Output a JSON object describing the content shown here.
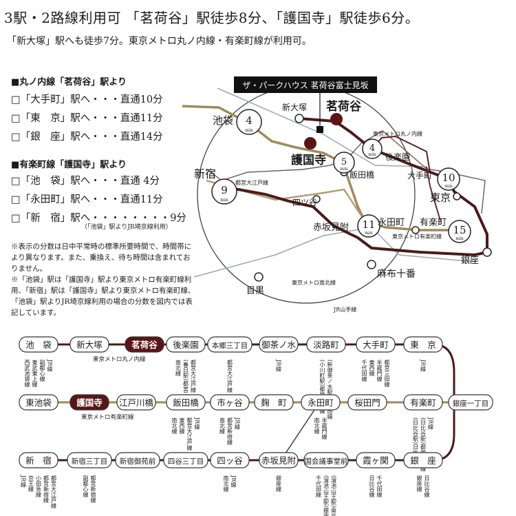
{
  "header": {
    "headline": "3駅・2路線利用可 「茗荷谷」駅徒歩8分、「護国寺」駅徒歩6分。",
    "subline": "「新大塚」駅へも徒歩7分。東京メトロ丸ノ内線・有楽町線が利用可。"
  },
  "routes": {
    "marunouchi_title": "■丸ノ内線「茗荷谷」駅より",
    "marunouchi": [
      "□「大手町」駅へ・・・直通10分",
      "□「東　京」駅へ・・・直通11分",
      "□「銀　座」駅へ・・・直通14分"
    ],
    "yurakucho_title": "■有楽町線「護国寺」駅より",
    "yurakucho": [
      "□「池　袋」駅へ・・・直通 4分",
      "□「永田町」駅へ・・・直通11分",
      "□「新　宿」駅へ・・・・・・・・9分"
    ],
    "shinjuku_note": "（「池袋」駅よりJR埼京線利用）"
  },
  "notes": [
    "※表示の分数は日中平常時の標準所要時間で、時間帯により異なります。また、乗換え、待ち時間は含まれておりません。",
    "※「池袋」駅は「護国寺」駅より東京メトロ有楽町線利用、「新宿」駅は「護国寺」駅より東京メトロ有楽町線、「池袋」駅よりJR埼京線利用の場合の分数を図内では表記しています。"
  ],
  "colors": {
    "marunouchi": "#4d1a1a",
    "yurakucho": "#a08a5a",
    "other_lines": "#8a8a8a",
    "station_mark": "#5a1616"
  },
  "circle_map": {
    "property_label": "ザ・パークハウス 茗荷谷富士見坂",
    "min_unit": "min",
    "main_stations": {
      "myogadani": "茗荷谷",
      "gokokuji": "護国寺"
    },
    "time_badges": [
      {
        "id": "ikebukuro",
        "minutes": "4"
      },
      {
        "id": "edogawabashi",
        "minutes": "4"
      },
      {
        "id": "iidabashi",
        "minutes": "5"
      },
      {
        "id": "shinjuku",
        "minutes": "9"
      },
      {
        "id": "otemachi",
        "minutes": "10"
      },
      {
        "id": "nagatacho",
        "minutes": "11"
      },
      {
        "id": "yurakucho",
        "minutes": "15"
      }
    ],
    "station_labels": {
      "ikebukuro": "池袋",
      "shinotsuka": "新大塚",
      "korakuen": "後楽園",
      "shinjuku": "新宿",
      "iidabashi": "飯田橋",
      "otemachi": "大手町",
      "tokyo": "東京",
      "yotsuya": "四ツ谷",
      "akasakamitsuke": "赤坂見附",
      "nagatacho": "永田町",
      "yurakucho": "有楽町",
      "ginza": "銀座",
      "azabujuban": "麻布十番",
      "meguro": "目黒"
    },
    "line_labels": {
      "marunouchi": "東京メトロ丸ノ内線",
      "oedo": "都営大江戸線",
      "yurakucho": "東京メトロ有楽町線",
      "namboku": "東京メトロ南北線",
      "yamanote": "JR山手線"
    }
  },
  "route_map": {
    "row1": [
      {
        "name": "池　袋",
        "transfers": [
          "西武池袋線",
          "東武東上線",
          "副都心線",
          "JR線"
        ]
      },
      {
        "name": "新大塚",
        "transfers": []
      },
      {
        "name": "茗荷谷",
        "transfers": []
      },
      {
        "name": "後楽園",
        "transfers": [
          "南北線",
          "(春日駅)都営三田線",
          "都営大江戸線"
        ]
      },
      {
        "name": "本郷三丁目",
        "transfers": [
          "都営大江戸線"
        ]
      },
      {
        "name": "御茶ノ水",
        "transfers": [
          "JR線"
        ]
      },
      {
        "name": "淡路町",
        "transfers": [
          "(小川町駅)都営新宿線",
          "(新御茶ノ水駅)千代田線"
        ]
      },
      {
        "name": "大手町",
        "transfers": [
          "千代田線",
          "東西線",
          "半蔵門線",
          "都営三田線"
        ]
      },
      {
        "name": "東　京",
        "transfers": [
          "JR線"
        ]
      }
    ],
    "row1_line_label": "東京メトロ丸ノ内線",
    "row2": [
      {
        "name": "東池袋",
        "transfers": []
      },
      {
        "name": "護国寺",
        "transfers": []
      },
      {
        "name": "江戸川橋",
        "transfers": []
      },
      {
        "name": "飯田橋",
        "transfers": [
          "南北線",
          "東西線",
          "都営大江戸線",
          "JR線"
        ]
      },
      {
        "name": "市ヶ谷",
        "transfers": [
          "南北線",
          "都営新宿線",
          "JR線"
        ]
      },
      {
        "name": "麹　町",
        "transfers": []
      },
      {
        "name": "永田町",
        "transfers": [
          "南北線",
          "半蔵門線"
        ]
      },
      {
        "name": "桜田門",
        "transfers": []
      },
      {
        "name": "有楽町",
        "transfers": [
          "(日比谷駅)日比谷線",
          "(日比谷駅)都営三田線",
          "JR線"
        ]
      },
      {
        "name": "銀座一丁目",
        "transfers": []
      }
    ],
    "row2_line_label": "東京メトロ有楽町線",
    "row3": [
      {
        "name": "新　宿",
        "transfers": [
          "JR線",
          "京王線",
          "小田急線",
          "都営新宿線",
          "都営大江戸線"
        ]
      },
      {
        "name": "新宿三丁目",
        "transfers": [
          "副都心線",
          "都営新宿線"
        ]
      },
      {
        "name": "新宿御苑前",
        "transfers": []
      },
      {
        "name": "四谷三丁目",
        "transfers": []
      },
      {
        "name": "四ッ谷",
        "transfers": [
          "南北線",
          "JR線"
        ]
      },
      {
        "name": "赤坂見附",
        "transfers": [
          "銀座線"
        ]
      },
      {
        "name": "国会議事堂前",
        "transfers": [
          "千代田線",
          "(溜池山王駅)銀座線",
          "(溜池山王駅)南北線"
        ]
      },
      {
        "name": "霞ヶ関",
        "transfers": [
          "日比谷線",
          "千代田線"
        ]
      },
      {
        "name": "銀　座",
        "transfers": [
          "銀座線",
          "日比谷線"
        ]
      }
    ]
  }
}
